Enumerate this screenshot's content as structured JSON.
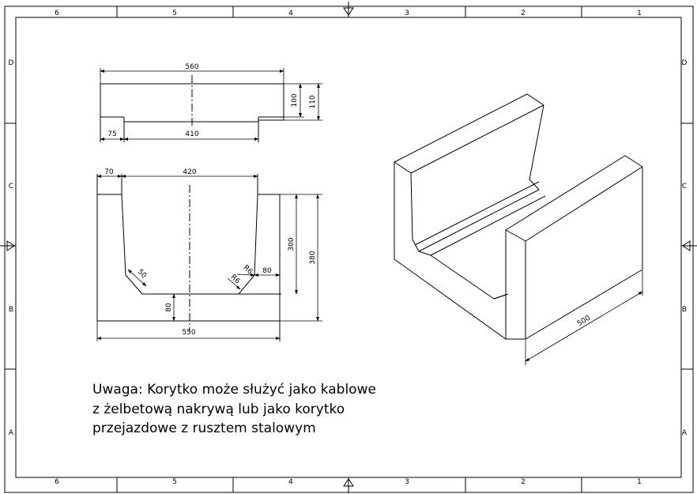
{
  "frame": {
    "columns": [
      "6",
      "5",
      "4",
      "3",
      "2",
      "1"
    ],
    "rows": [
      "D",
      "C",
      "B",
      "A"
    ]
  },
  "top_view": {
    "dims": {
      "overall_width": "560",
      "inner_height": "100",
      "outer_height": "110",
      "side_offset": "75",
      "inner_width": "410"
    }
  },
  "section_view": {
    "dims": {
      "wall_thickness": "70",
      "top_inner_width": "420",
      "inner_depth": "300",
      "total_height": "380",
      "chamfer": "50",
      "radius_inner": "R6",
      "radius_outer": "R6",
      "bottom_offset": "80",
      "floor_thickness": "80",
      "overall_width": "550"
    }
  },
  "iso_view": {
    "dims": {
      "length": "500"
    }
  },
  "note": {
    "line1": "Uwaga: Korytko może służyć jako kablowe",
    "line2": "z żelbetową nakrywą lub jako korytko",
    "line3": "przejazdowe z rusztem stalowym"
  }
}
